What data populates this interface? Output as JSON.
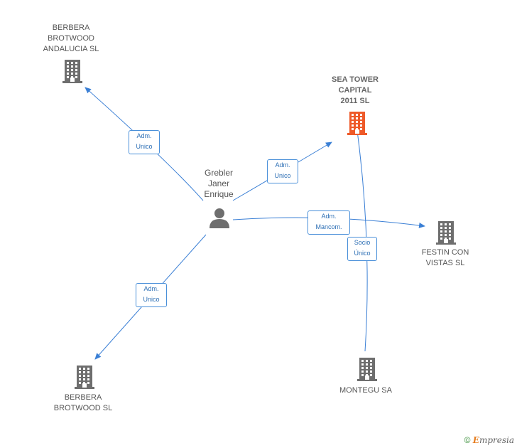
{
  "colors": {
    "edge": "#3a7fd5",
    "building": "#6e6e6e",
    "building_main": "#ee5a2a",
    "person": "#6e6e6e"
  },
  "person": {
    "name": "Grebler\nJaner\nEnrique",
    "icon": "person-icon"
  },
  "companies": [
    {
      "id": "berbera-andalucia",
      "name": "BERBERA\nBROTWOOD\nANDALUCIA  SL",
      "icon": "building-icon",
      "main": false
    },
    {
      "id": "sea-tower",
      "name": "SEA TOWER\nCAPITAL\n2011 SL",
      "icon": "building-icon",
      "main": true
    },
    {
      "id": "festin",
      "name": "FESTIN CON\nVISTAS  SL",
      "icon": "building-icon",
      "main": false
    },
    {
      "id": "berbera-brotwood",
      "name": "BERBERA\nBROTWOOD  SL",
      "icon": "building-icon",
      "main": false
    },
    {
      "id": "montegu",
      "name": "MONTEGU SA",
      "icon": "building-icon",
      "main": false
    }
  ],
  "relations": [
    {
      "from": "person",
      "to": "berbera-andalucia",
      "label": "Adm.\nUnico"
    },
    {
      "from": "person",
      "to": "sea-tower",
      "label": "Adm.\nUnico"
    },
    {
      "from": "person",
      "to": "festin",
      "label": "Adm.\nMancom."
    },
    {
      "from": "person",
      "to": "berbera-brotwood",
      "label": "Adm.\nUnico"
    },
    {
      "from": "montegu",
      "to": "sea-tower",
      "label": "Socio\nÚnico"
    }
  ],
  "footer": {
    "copyright": "©",
    "brand_first": "E",
    "brand_rest": "mpresia"
  }
}
